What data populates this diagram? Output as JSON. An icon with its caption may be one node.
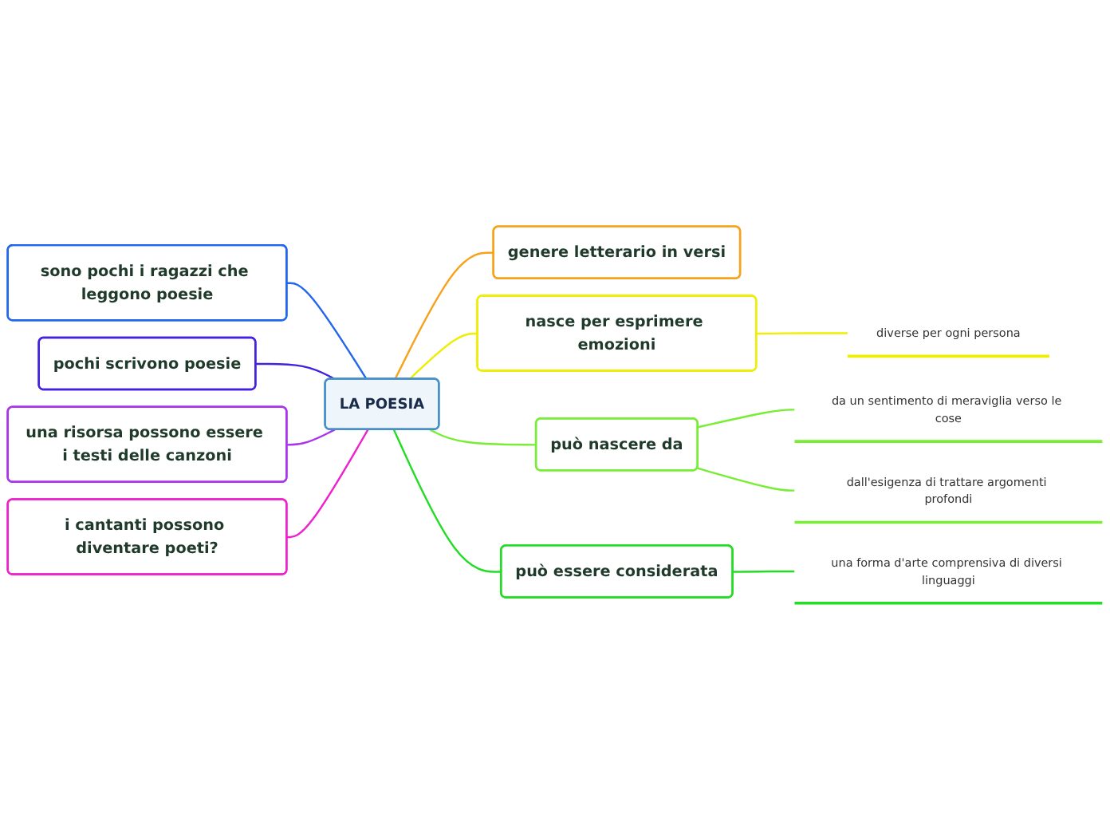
{
  "diagram": {
    "nodes": [
      {
        "text": [
          "LA POESIA"
        ]
      },
      {
        "text": [
          "sono pochi i ragazzi che leggono poesie"
        ]
      },
      {
        "text": [
          "pochi scrivono poesie"
        ]
      },
      {
        "text": [
          "una risorsa possono essere i testi delle canzoni"
        ]
      },
      {
        "text": [
          "i cantanti possono diventare poeti?"
        ]
      },
      {
        "text": [
          "genere letterario in versi"
        ]
      },
      {
        "text": [
          "nasce per esprimere emozioni"
        ]
      },
      {
        "text": [
          "diverse per ogni persona"
        ]
      },
      {
        "text": [
          "può nascere da"
        ]
      },
      {
        "text": [
          "da un sentimento di meraviglia verso le cose"
        ]
      },
      {
        "text": [
          "dall'esigenza di trattare argomenti profondi"
        ]
      },
      {
        "text": [
          "può essere considerata"
        ]
      },
      {
        "text": [
          "una forma d'arte comprensiva di diversi linguaggi"
        ]
      }
    ],
    "edges": [
      {
        "from": 1,
        "to": 0,
        "arrow": "none",
        "color": "#2266ee"
      },
      {
        "from": 2,
        "to": 0,
        "arrow": "none",
        "color": "#4422dd"
      },
      {
        "from": 3,
        "to": 0,
        "arrow": "none",
        "color": "#aa33ee"
      },
      {
        "from": 4,
        "to": 0,
        "arrow": "none",
        "color": "#ee22cc"
      },
      {
        "from": 0,
        "to": 5,
        "arrow": "none",
        "color": "#f7a21b"
      },
      {
        "from": 0,
        "to": 6,
        "arrow": "none",
        "color": "#eeee00"
      },
      {
        "from": 6,
        "to": 7,
        "arrow": "none",
        "color": "#eeee00"
      },
      {
        "from": 0,
        "to": 8,
        "arrow": "none",
        "color": "#77ee33"
      },
      {
        "from": 8,
        "to": 9,
        "arrow": "none",
        "color": "#77ee33"
      },
      {
        "from": 8,
        "to": 10,
        "arrow": "none",
        "color": "#77ee33"
      },
      {
        "from": 0,
        "to": 11,
        "arrow": "none",
        "color": "#22dd22"
      },
      {
        "from": 11,
        "to": 12,
        "arrow": "none",
        "color": "#22dd22"
      }
    ]
  }
}
